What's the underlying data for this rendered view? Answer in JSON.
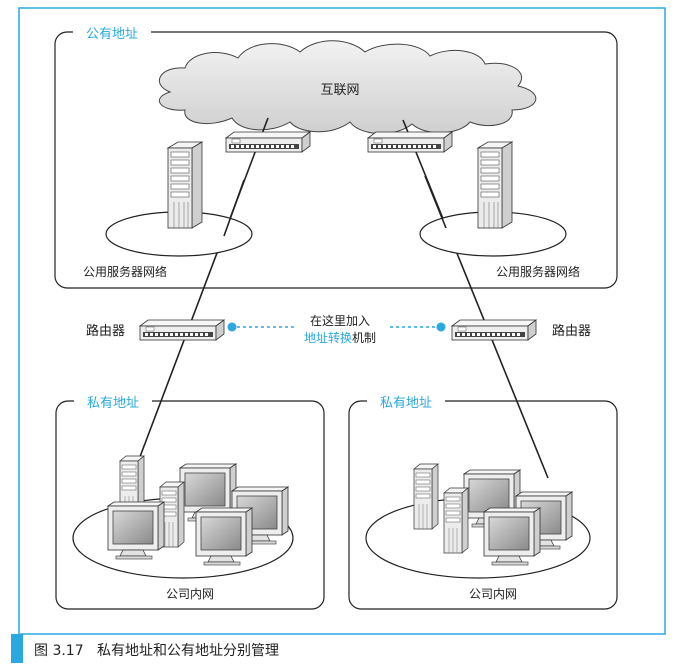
{
  "diagram": {
    "public_group_label": "公有地址",
    "internet_label": "互联网",
    "public_server_net_left": "公用服务器网络",
    "public_server_net_right": "公用服务器网络",
    "router_left_label": "路由器",
    "router_right_label": "路由器",
    "nat_line1": "在这里加入",
    "nat_line2_highlight": "地址转换",
    "nat_line2_rest": "机制",
    "private_left_label": "私有地址",
    "private_right_label": "私有地址",
    "lan_left_label": "公司内网",
    "lan_right_label": "公司内网"
  },
  "caption": {
    "text": "图 3.17   私有地址和公有地址分别管理"
  },
  "colors": {
    "accent": "#29a9e0",
    "line": "#222222",
    "device_gray": "#e6e6e6",
    "screen_gray": "#9a9a9a"
  }
}
